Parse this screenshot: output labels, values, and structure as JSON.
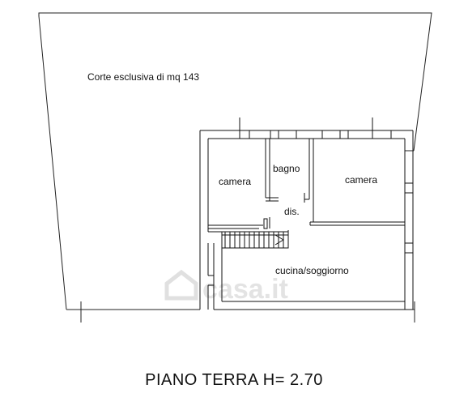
{
  "plan": {
    "title": "PIANO TERRA H= 2.70",
    "area_label": "Corte esclusiva di mq 143",
    "rooms": [
      {
        "id": "camera-left",
        "label": "camera"
      },
      {
        "id": "bagno",
        "label": "bagno"
      },
      {
        "id": "camera-right",
        "label": "camera"
      },
      {
        "id": "dis",
        "label": "dis."
      },
      {
        "id": "cucina-soggiorno",
        "label": "cucina/soggiorno"
      }
    ]
  },
  "watermark": {
    "text": "casa.it",
    "icon": "house-logo-icon"
  }
}
